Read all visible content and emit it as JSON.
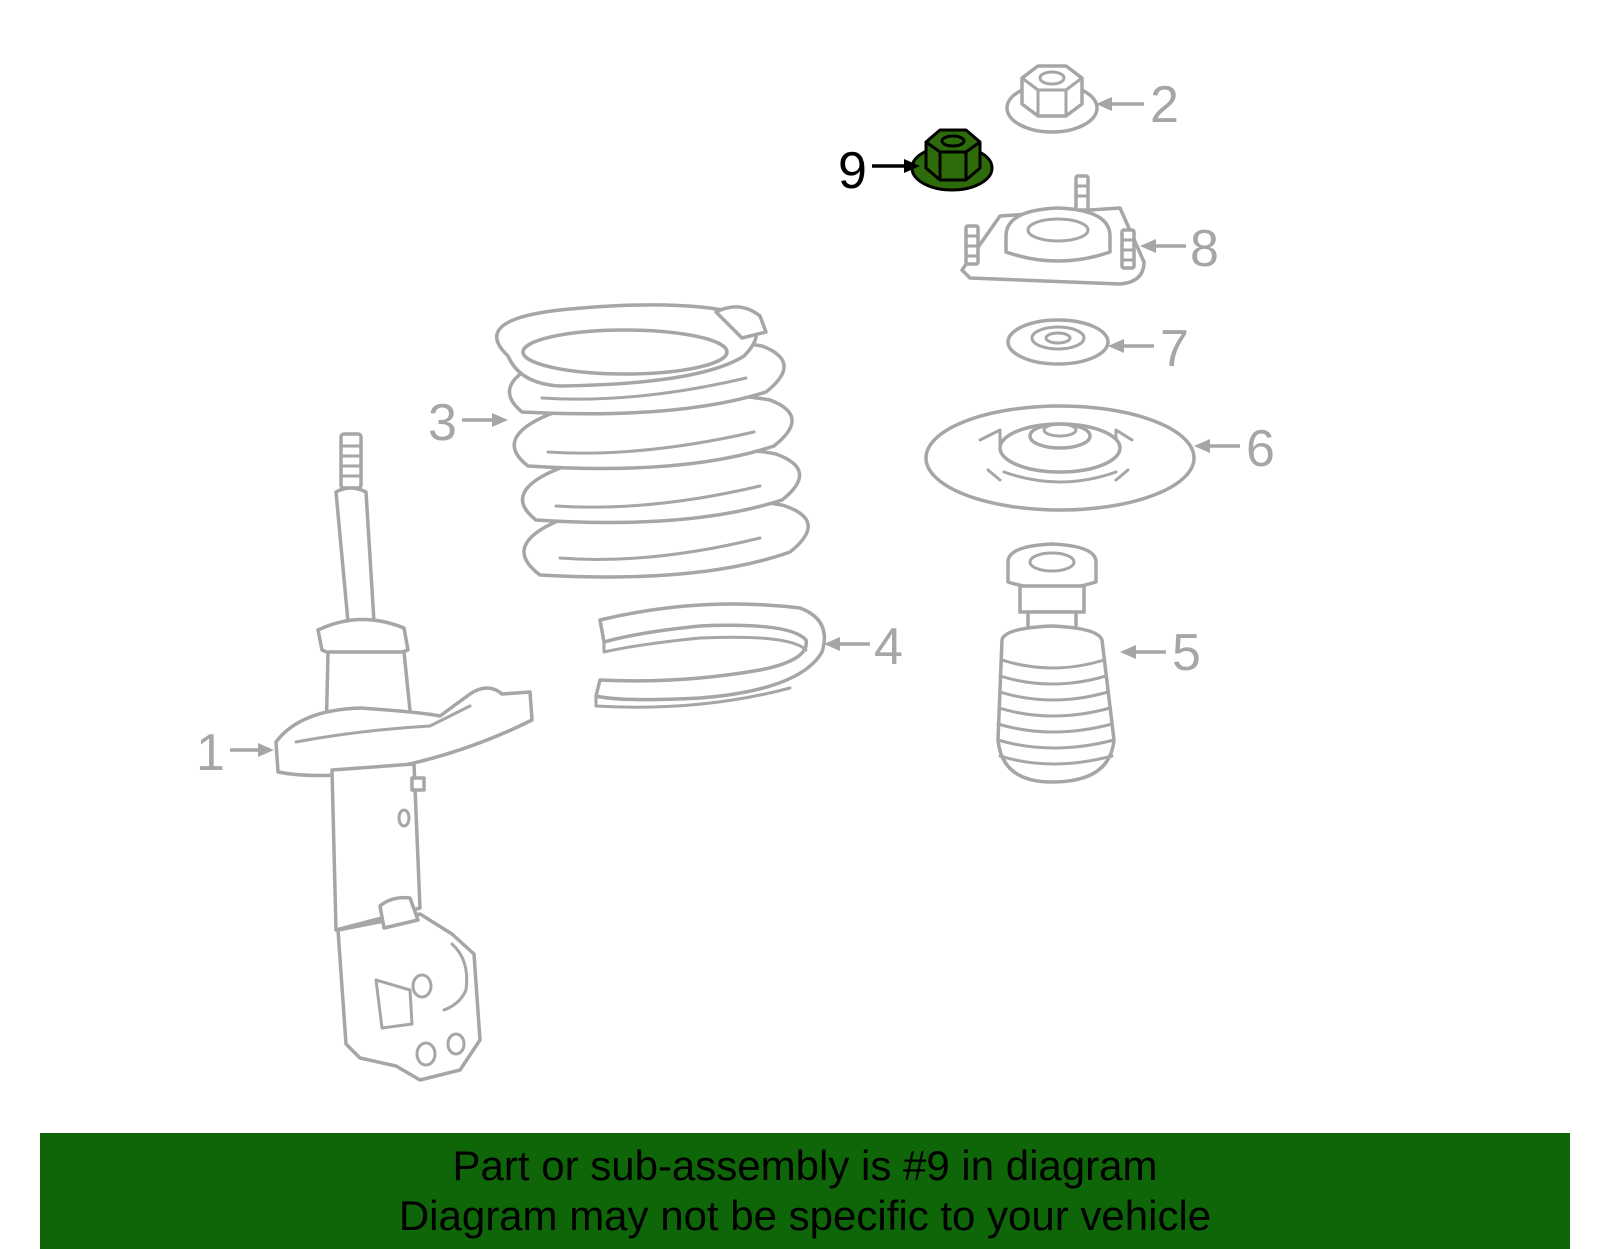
{
  "callouts": [
    {
      "id": 1,
      "label": "1"
    },
    {
      "id": 2,
      "label": "2"
    },
    {
      "id": 3,
      "label": "3"
    },
    {
      "id": 4,
      "label": "4"
    },
    {
      "id": 5,
      "label": "5"
    },
    {
      "id": 6,
      "label": "6"
    },
    {
      "id": 7,
      "label": "7"
    },
    {
      "id": 8,
      "label": "8"
    },
    {
      "id": 9,
      "label": "9"
    }
  ],
  "highlighted_part": "9",
  "colors": {
    "highlight": "#2e6b0a",
    "banner": "#0f6608",
    "line_art": "#a6a6a6"
  },
  "banner": {
    "line1": "Part or sub-assembly is #9 in diagram",
    "line2": "Diagram may not be specific to your vehicle"
  }
}
